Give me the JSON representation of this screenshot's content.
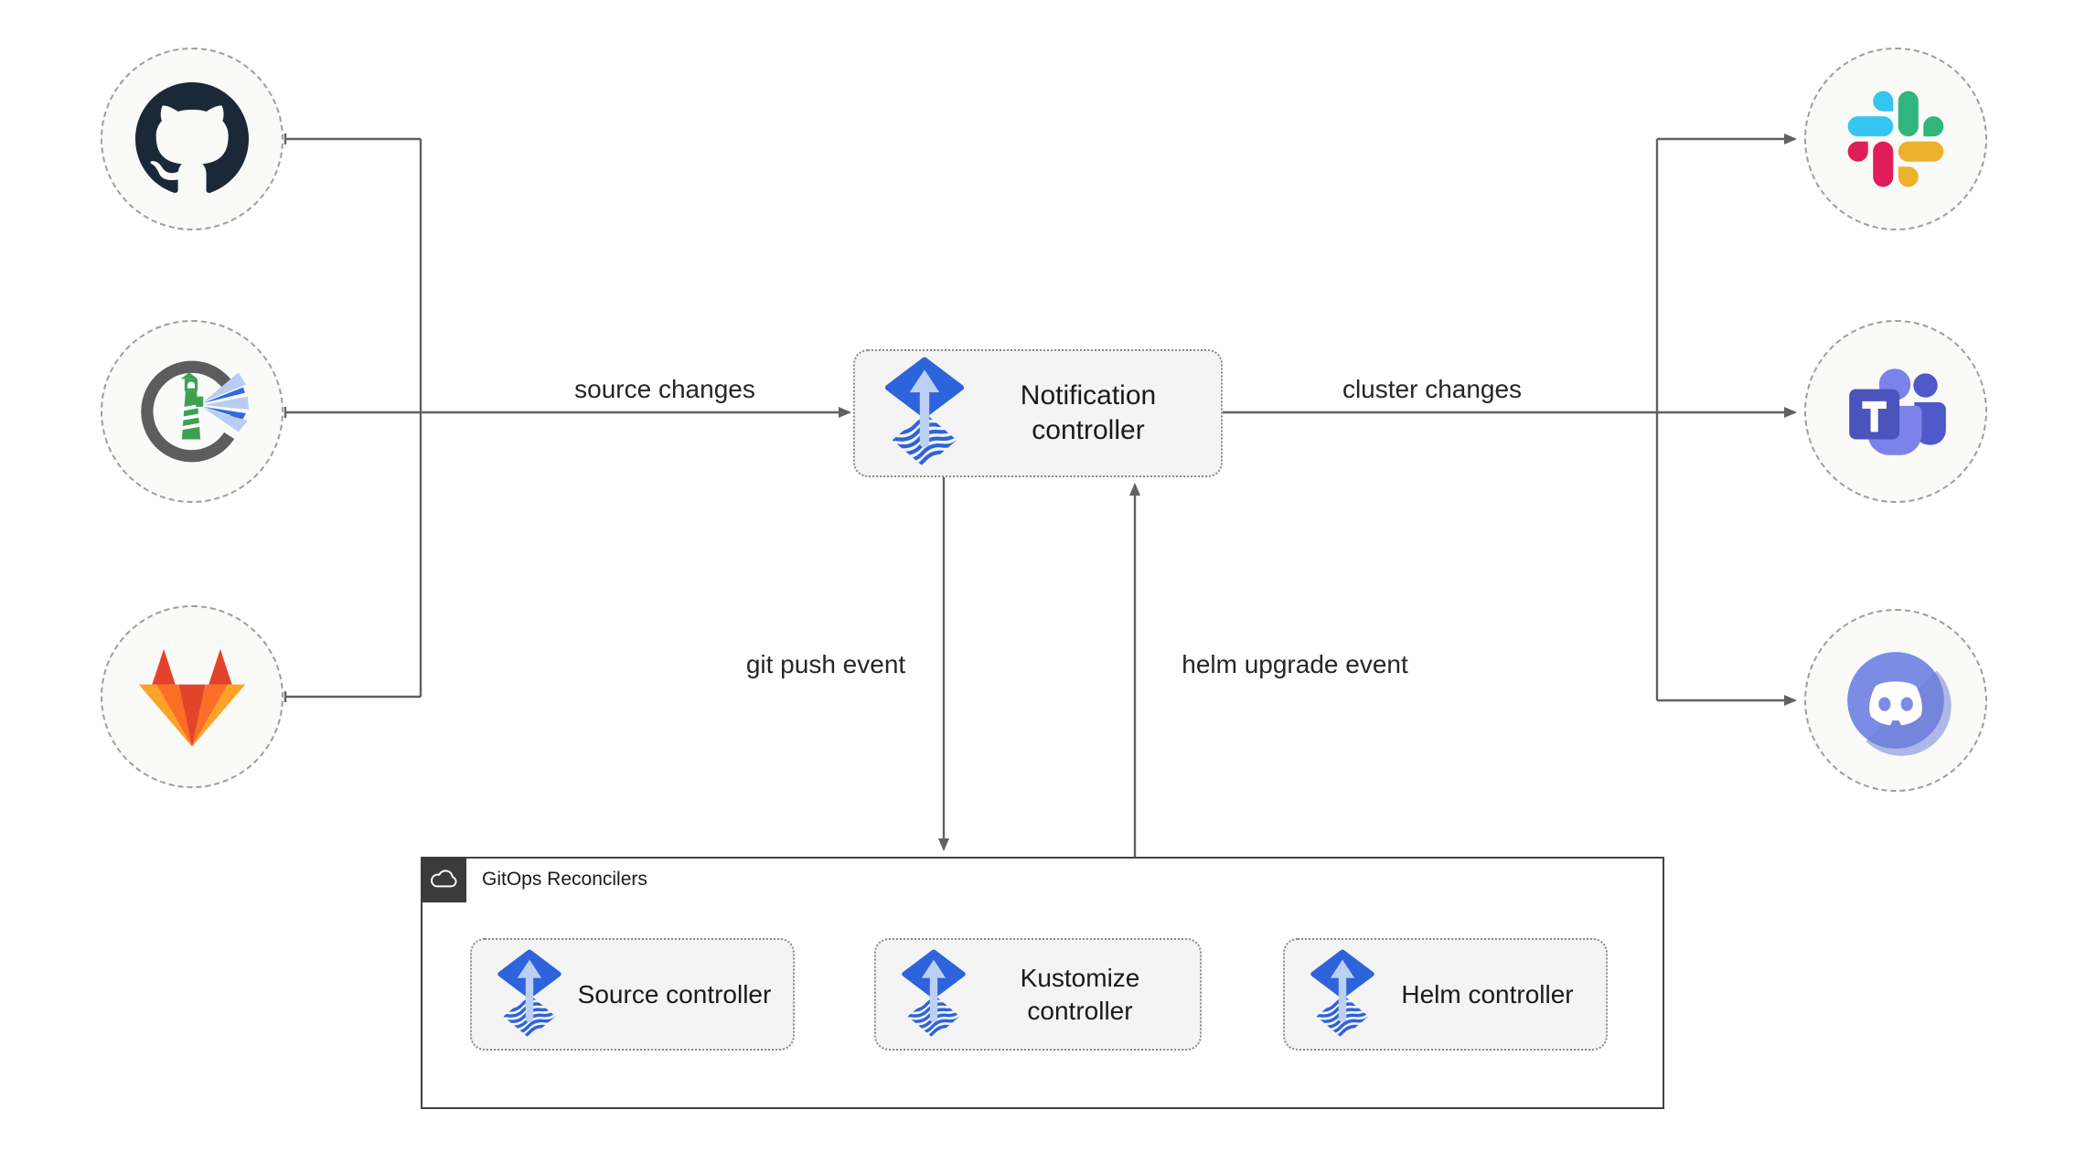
{
  "edges": {
    "source_changes": "source changes",
    "cluster_changes": "cluster changes",
    "git_push_event": "git push event",
    "helm_upgrade_event": "helm upgrade event"
  },
  "notification": {
    "label": "Notification controller",
    "icon": "flux-icon"
  },
  "sources": [
    {
      "icon": "github-icon"
    },
    {
      "icon": "harbor-icon"
    },
    {
      "icon": "gitlab-icon"
    }
  ],
  "targets": [
    {
      "icon": "slack-icon"
    },
    {
      "icon": "teams-icon"
    },
    {
      "icon": "discord-icon"
    }
  ],
  "reconcilers": {
    "label": "GitOps Reconcilers",
    "icon": "cloud-icon",
    "controllers": [
      {
        "label": "Source controller",
        "icon": "flux-icon"
      },
      {
        "label": "Kustomize controller",
        "icon": "flux-icon"
      },
      {
        "label": "Helm controller",
        "icon": "flux-icon"
      }
    ]
  },
  "colors": {
    "connector": "#616161",
    "node_fill": "#f4f4f4",
    "circle_fill": "#fafaf8",
    "group_border": "#424242",
    "group_label_bg": "#3b3b3b",
    "flux_blue": "#2d63db",
    "flux_arrow_light": "#bccff5",
    "text": "#262626"
  }
}
